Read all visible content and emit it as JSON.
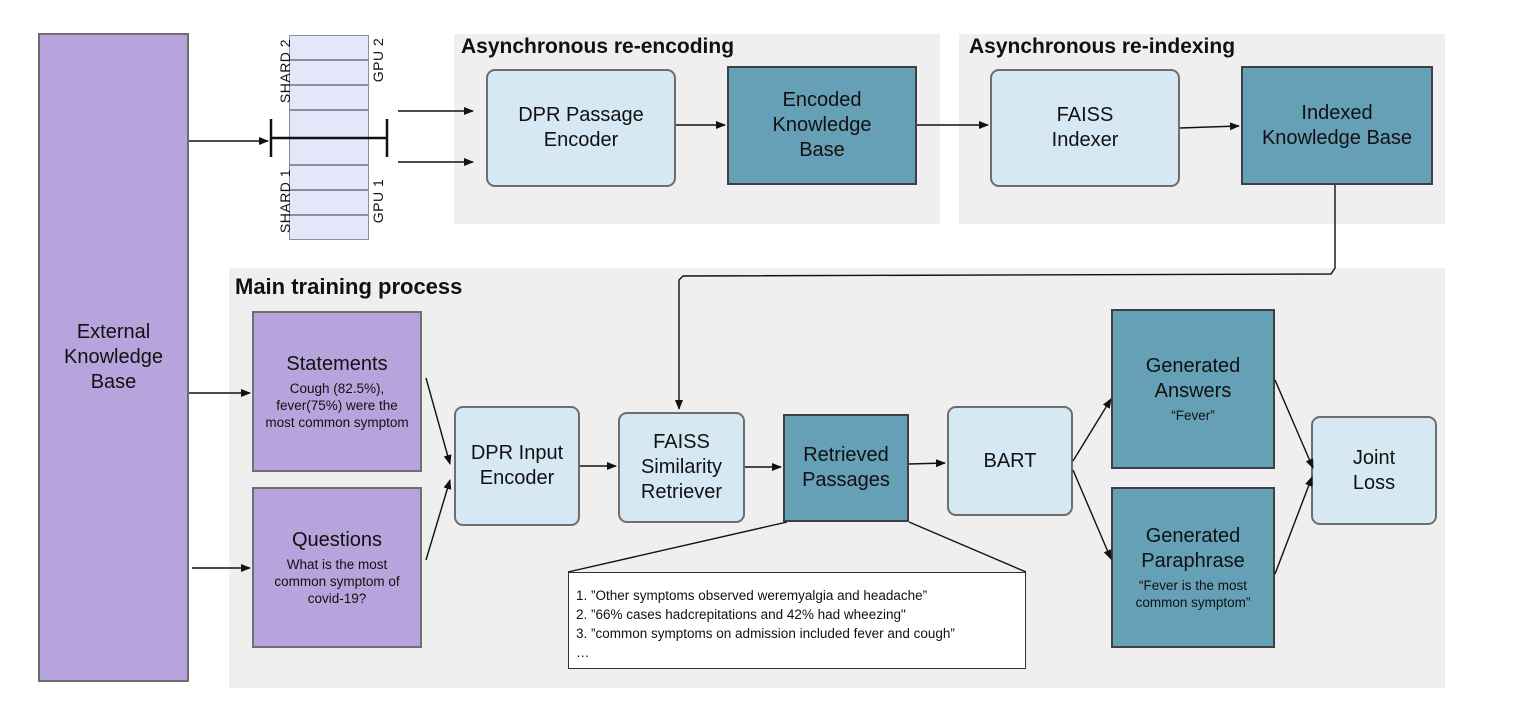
{
  "panels": {
    "reencoding_title": "Asynchronous re-encoding",
    "reindexing_title": "Asynchronous re-indexing",
    "main_title": "Main training process"
  },
  "nodes": {
    "external_kb": "External Knowledge Base",
    "dpr_passage_encoder": "DPR Passage Encoder",
    "encoded_kb": "Encoded Knowledge Base",
    "faiss_indexer": "FAISS Indexer",
    "indexed_kb": "Indexed Knowledge Base",
    "statements": {
      "title": "Statements",
      "text": "Cough (82.5%), fever(75%) were the most common symptom"
    },
    "questions": {
      "title": "Questions",
      "text": "What is the most common symptom of covid-19?"
    },
    "dpr_input_encoder": "DPR Input Encoder",
    "faiss_retriever": "FAISS Similarity Retriever",
    "retrieved_passages": "Retrieved Passages",
    "bart": "BART",
    "generated_answers": {
      "title": "Generated Answers",
      "text": "“Fever”"
    },
    "generated_paraphrase": {
      "title": "Generated Paraphrase",
      "text": "“Fever is the most common symptom”"
    },
    "joint_loss": "Joint Loss"
  },
  "shards": {
    "shard2": "SHARD 2",
    "shard1": "SHARD 1",
    "gpu2": "GPU 2",
    "gpu1": "GPU 1"
  },
  "retrieved_examples": [
    "1. ”Other symptoms observed weremyalgia and headache”",
    "2. ”66% cases hadcrepitations and 42% had wheezing\"",
    "3. ”common symptoms on admission included fever and cough”",
    "…"
  ],
  "colors": {
    "panel": "#efefef",
    "light_box": "#d6e8f3",
    "teal_box": "#65a0b6",
    "purple_box": "#b8a4dc",
    "shard_cell": "#e6e6fb"
  }
}
